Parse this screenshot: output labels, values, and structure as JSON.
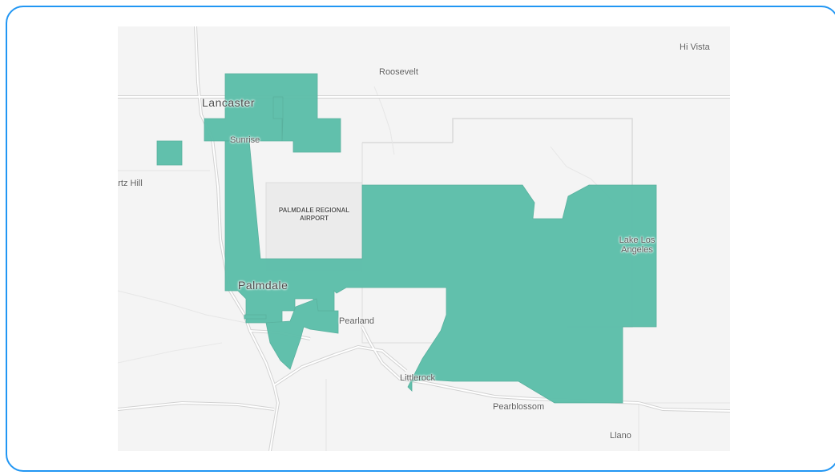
{
  "colors": {
    "frame_border": "#2196f3",
    "map_background": "#f4f4f4",
    "service_area_fill": "#5fbfab",
    "road": "#ffffff",
    "road_casing": "#d2d2d2",
    "boundary": "#d9d9d9"
  },
  "map": {
    "labels": {
      "hi_vista": "Hi Vista",
      "roosevelt": "Roosevelt",
      "lancaster": "Lancaster",
      "sunrise": "Sunrise",
      "quartz_hill": "uartz Hill",
      "airport": "PALMDALE REGIONAL\nAIRPORT",
      "lake_los_angeles": "Lake Los\nAngeles",
      "palmdale": "Palmdale",
      "pearland": "Pearland",
      "littlerock": "Littlerock",
      "pearblossom": "Pearblossom",
      "llano": "Llano"
    }
  }
}
